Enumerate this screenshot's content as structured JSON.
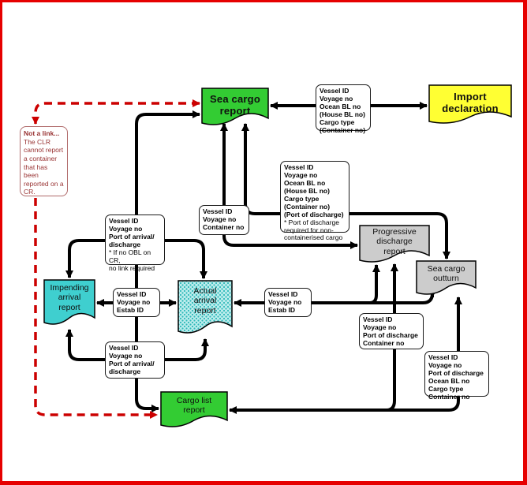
{
  "diagram": {
    "title_none": "",
    "nodes": {
      "sea_cargo_report": {
        "label": "Sea cargo\nreport",
        "color": "#33CC33"
      },
      "import_declaration": {
        "label": "Import\ndeclaration",
        "color": "#FFFF33"
      },
      "progressive_discharge_report": {
        "label": "Progressive\ndischarge\nreport",
        "color": "#CCCCCC"
      },
      "sea_cargo_outturn": {
        "label": "Sea cargo\noutturn",
        "color": "#CCCCCC"
      },
      "impending_arrival_report": {
        "label": "Impending\narrival\nreport",
        "color": "#3FCFCF"
      },
      "actual_arrival_report": {
        "label": "Actual\narrival\nreport",
        "color": "#BDEDED"
      },
      "cargo_list_report": {
        "label": "Cargo list\nreport",
        "color": "#33CC33"
      }
    },
    "link_labels": {
      "scr_import": {
        "fields": "Vessel ID\nVoyage no\nOcean BL no\n(House BL no)\nCargo type\n(Container no)"
      },
      "scr_outturn": {
        "fields": "Vessel ID\nVoyage no\nOcean BL no\n(House BL no)\nCargo type\n(Container no)\n(Port of discharge)",
        "note": "* Port of discharge\nrequired for non-\ncontainerised cargo"
      },
      "scr_pdr": {
        "fields": "Vessel ID\nVoyage no\nContainer no"
      },
      "arrival_top": {
        "fields": "Vessel ID\nVoyage no\nPort of arrival/\ndischarge",
        "note": "* If no OBL on CR,\nno link required"
      },
      "arrival_bottom": {
        "fields": "Vessel ID\nVoyage no\nPort of arrival/\ndischarge"
      },
      "iar_aar": {
        "fields": "Vessel ID\nVoyage no\nEstab ID"
      },
      "aar_outturn": {
        "fields": "Vessel ID\nVoyage no\nEstab ID"
      },
      "clr_pdr": {
        "fields": "Vessel ID\nVoyage no\nPort of discharge\nContainer no"
      },
      "clr_outturn": {
        "fields": "Vessel ID\nVoyage no\nPort of discharge\nOcean BL no\nCargo type\nContainer no"
      }
    },
    "note": {
      "title": "Not a link...",
      "body": "The CLR\ncannot report\na container\nthat has\nbeen\nreported on a\nCR."
    },
    "colors": {
      "report_green": "#33CC33",
      "declaration_yellow": "#FFFF33",
      "impending_cyan": "#3FCFCF",
      "actual_cyan_pattern": "#BDEDED",
      "discharge_gray": "#CCCCCC",
      "connector_black": "#000000",
      "not_a_link_red": "#CC0000",
      "note_text_red": "#993333",
      "frame_red": "#E60000"
    }
  }
}
